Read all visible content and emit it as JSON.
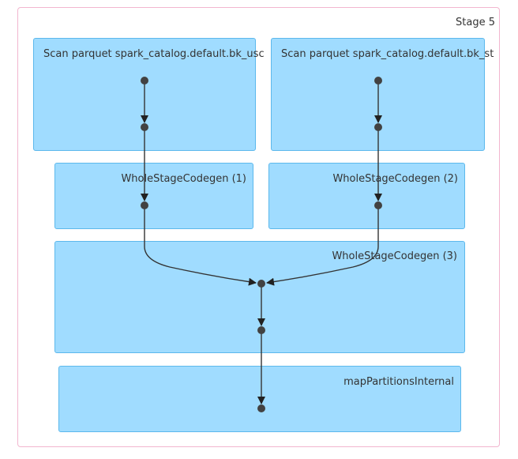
{
  "stage": {
    "label": "Stage 5"
  },
  "clusters": {
    "scan_usc": {
      "label": "Scan parquet spark_catalog.default.bk_usc"
    },
    "scan_st": {
      "label": "Scan parquet spark_catalog.default.bk_st"
    },
    "wsc1": {
      "label": "WholeStageCodegen (1)"
    },
    "wsc2": {
      "label": "WholeStageCodegen (2)"
    },
    "wsc3": {
      "label": "WholeStageCodegen (3)"
    },
    "map_partitions": {
      "label": "mapPartitionsInternal"
    }
  },
  "colors": {
    "cluster_fill": "#a0dcff",
    "cluster_border": "#5cb8ec",
    "stage_border": "#f2b6cf",
    "node": "#424242",
    "edge": "#333333"
  }
}
